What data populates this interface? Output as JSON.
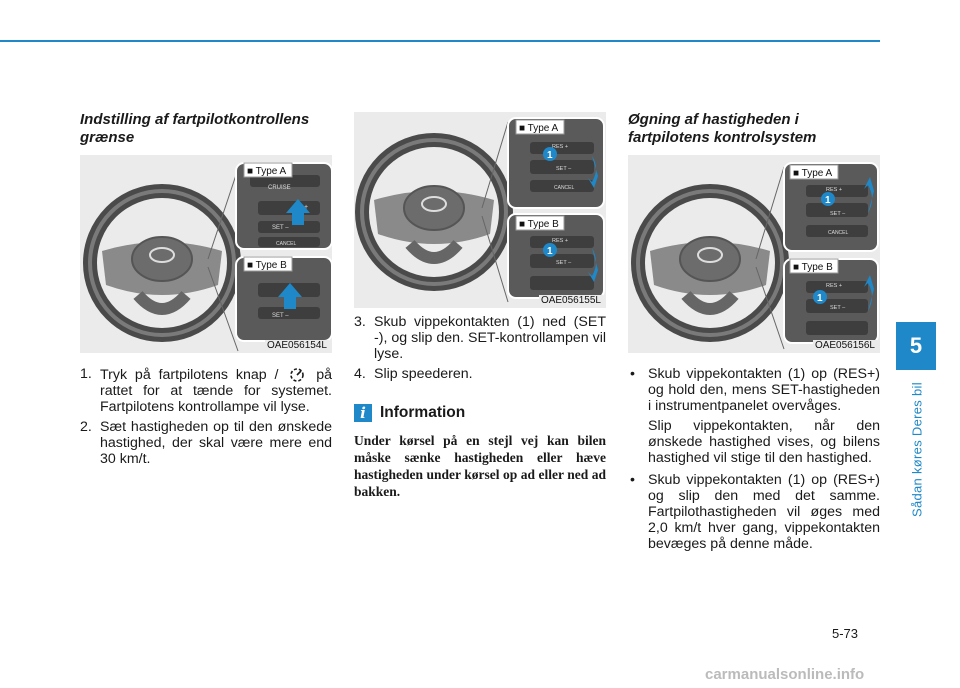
{
  "chapter": {
    "number": "5",
    "title": "Sådan køres Deres bil"
  },
  "page_number": "5-73",
  "footer_watermark": "carmanualsonline.info",
  "colors": {
    "accent": "#1e88c8",
    "figure_bg": "#ebebeb",
    "arrow": "#1e88c8"
  },
  "col1": {
    "heading": "Indstilling af fartpilotkontrollens grænse",
    "figure": {
      "code": "OAE056154L",
      "type_a": "■ Type A",
      "type_b": "■ Type B",
      "btn_cruise": "CRUISE",
      "btn_set": "SET –",
      "btn_cancel": "CANCEL",
      "btn_plus": "+"
    },
    "steps": [
      {
        "num": "1.",
        "text_before": "Tryk på fartpilotens knap / ",
        "icon": "cruise-icon",
        "text_after": " på rattet for at tænde for systemet. Fartpilotens kontrollampe vil lyse."
      },
      {
        "num": "2.",
        "text": "Sæt hastigheden op til den ønskede hastighed, der skal være mere end 30 km/t."
      }
    ]
  },
  "col2": {
    "figure": {
      "code": "OAE056155L",
      "type_a": "■ Type A",
      "type_b": "■ Type B",
      "btn_res": "RES +",
      "btn_set": "SET –",
      "btn_cancel": "CANCEL",
      "callout": "1"
    },
    "steps": [
      {
        "num": "3.",
        "text": "Skub vippekontakten (1) ned (SET -), og slip den. SET-kontrollampen vil lyse."
      },
      {
        "num": "4.",
        "text": "Slip speederen."
      }
    ],
    "info": {
      "icon": "i",
      "title": "Information",
      "text": "Under kørsel på en stejl vej kan bilen måske sænke hastigheden eller hæve hastigheden under kørsel op ad eller ned ad bakken."
    }
  },
  "col3": {
    "heading": "Øgning af hastigheden i fartpilotens kontrolsystem",
    "figure": {
      "code": "OAE056156L",
      "type_a": "■ Type A",
      "type_b": "■ Type B",
      "btn_res": "RES +",
      "btn_set": "SET –",
      "btn_cancel": "CANCEL",
      "callout": "1"
    },
    "bullets": [
      {
        "mark": "•",
        "text": "Skub vippekontakten (1) op (RES+) og hold den, mens SET-hastigheden i instrumentpanelet overvåges."
      },
      {
        "mark": "",
        "text": "Slip vippekontakten, når den ønskede hastighed vises, og bilens hastighed vil stige til den hastighed."
      },
      {
        "mark": "•",
        "text": "Skub vippekontakten (1) op (RES+) og slip den med det samme. Fartpilothastigheden vil øges med 2,0 km/t hver gang, vippekontakten bevæges på denne måde."
      }
    ]
  }
}
